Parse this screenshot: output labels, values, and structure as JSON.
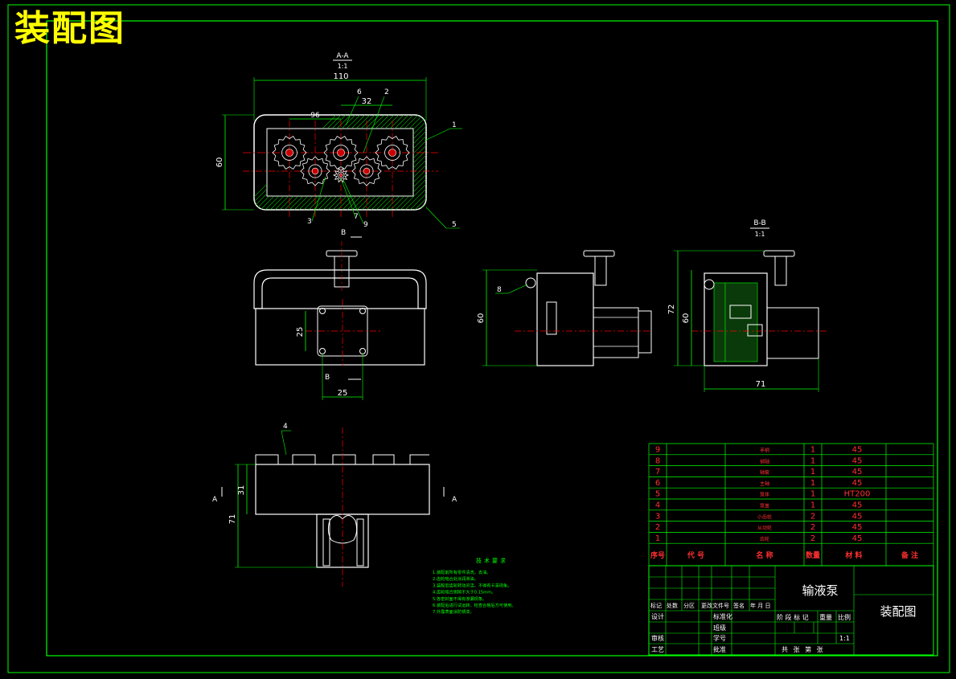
{
  "drawing": {
    "corner_title": "装配图",
    "section_aa": {
      "name": "A-A",
      "scale": "1:1"
    },
    "section_bb": {
      "name": "B-B",
      "scale": "1:1"
    },
    "dimensions": {
      "top_width": "110",
      "gear_pitch": "32",
      "gear_span": "96",
      "top_height": "60",
      "center_height": "60",
      "right_height_outer": "72",
      "right_height_inner": "60",
      "right_width": "71",
      "flange_height": "25",
      "flange_width": "25",
      "front_height_total": "71",
      "front_height_part": "31"
    },
    "balloons": {
      "b1": "1",
      "b2": "2",
      "b3": "3",
      "b4": "4",
      "b5": "5",
      "b6": "6",
      "b7": "7",
      "b8": "8",
      "b9": "9"
    },
    "view_labels": {
      "b_top": "B",
      "b_bottom": "B",
      "a_left": "A",
      "a_right": "A"
    },
    "tech_requirements": {
      "title": "技术要求",
      "lines": [
        "1.装配前所有零件清洗，去油。",
        "2.齿轮啮合处涂润滑油。",
        "3.装配后齿轮转动灵活，不得有卡滞现象。",
        "4.齿轮啮合侧隙不大于0.15mm。",
        "5.各密封面不得有渗漏现象。",
        "6.装配后进行试运转，检查合格后方可使用。",
        "7.外露表面涂防锈漆。"
      ]
    }
  },
  "parts_list": {
    "header": {
      "no": "序号",
      "code": "代 号",
      "name": "名 称",
      "qty": "数量",
      "material": "材 料",
      "note": "备 注"
    },
    "rows": [
      {
        "no": "9",
        "name": "手柄",
        "qty": "1",
        "material": "45"
      },
      {
        "no": "8",
        "name": "销轴",
        "qty": "1",
        "material": "45"
      },
      {
        "no": "7",
        "name": "轴套",
        "qty": "1",
        "material": "45"
      },
      {
        "no": "6",
        "name": "主轴",
        "qty": "1",
        "material": "45"
      },
      {
        "no": "5",
        "name": "泵体",
        "qty": "1",
        "material": "HT200"
      },
      {
        "no": "4",
        "name": "泵盖",
        "qty": "1",
        "material": "45"
      },
      {
        "no": "3",
        "name": "小齿轮",
        "qty": "2",
        "material": "45"
      },
      {
        "no": "2",
        "name": "从动轮",
        "qty": "2",
        "material": "45"
      },
      {
        "no": "1",
        "name": "齿轮",
        "qty": "2",
        "material": "45"
      }
    ]
  },
  "title_block": {
    "product_name": "输液泵",
    "drawing_name": "装配图",
    "rev_labels": [
      "标记",
      "处数",
      "分区",
      "更改文件号",
      "签名",
      "年 月 日"
    ],
    "left_labels": {
      "design": "设计",
      "review": "审核",
      "process": "工艺"
    },
    "mid_labels": {
      "std": "标准化",
      "class": "班级",
      "student_no": "学号",
      "approve": "批准"
    },
    "stage_labels": [
      "阶 段 标 记",
      "重量",
      "比例"
    ],
    "scale": "1:1",
    "sheet_text": "共  张  第  张"
  }
}
